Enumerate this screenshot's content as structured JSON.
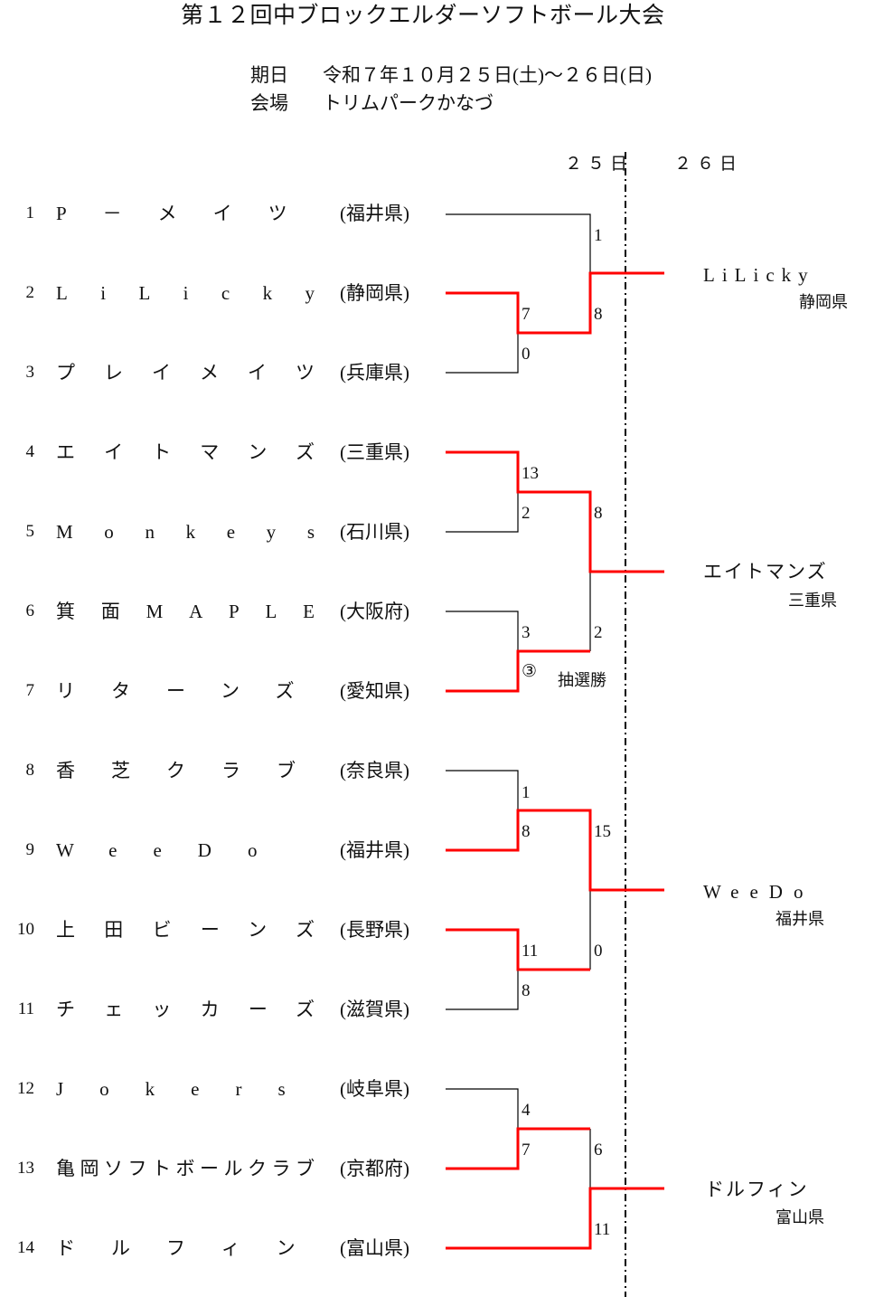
{
  "title": "第１２回中ブロックエルダーソフトボール大会",
  "info": {
    "date_label": "期日",
    "date_value": "令和７年１０月２５日(土)～２６日(日)",
    "venue_label": "会場",
    "venue_value": "トリムパークかなづ"
  },
  "days": [
    "２５日",
    "２６日"
  ],
  "teams": [
    {
      "no": "1",
      "name": "P－メイツ",
      "pref": "(福井県)"
    },
    {
      "no": "2",
      "name": "LiLicky",
      "pref": "(静岡県)"
    },
    {
      "no": "3",
      "name": "プレイメイツ",
      "pref": "(兵庫県)"
    },
    {
      "no": "4",
      "name": "エイトマンズ",
      "pref": "(三重県)"
    },
    {
      "no": "5",
      "name": "Monkeys",
      "pref": "(石川県)"
    },
    {
      "no": "6",
      "name": "箕面MAPLE",
      "pref": "(大阪府)"
    },
    {
      "no": "7",
      "name": "リターンズ",
      "pref": "(愛知県)"
    },
    {
      "no": "8",
      "name": "香芝クラブ",
      "pref": "(奈良県)"
    },
    {
      "no": "9",
      "name": "WeeDo",
      "pref": "(福井県)"
    },
    {
      "no": "10",
      "name": "上田ビーンズ",
      "pref": "(長野県)"
    },
    {
      "no": "11",
      "name": "チェッカーズ",
      "pref": "(滋賀県)"
    },
    {
      "no": "12",
      "name": "Jokers",
      "pref": "(岐阜県)"
    },
    {
      "no": "13",
      "name": "亀岡ソフトボールクラブ",
      "pref": "(京都府)"
    },
    {
      "no": "14",
      "name": "ドルフィン",
      "pref": "(富山県)"
    }
  ],
  "scores": {
    "m2v3": [
      "7",
      "0"
    ],
    "m1vW": [
      "1",
      "8"
    ],
    "m4v5": [
      "13",
      "2"
    ],
    "m6v7": [
      "3",
      "③"
    ],
    "m6v7_note": "抽選勝",
    "semi2": [
      "8",
      "2"
    ],
    "m8v9": [
      "1",
      "8"
    ],
    "m10v11": [
      "11",
      "8"
    ],
    "semi3": [
      "15",
      "0"
    ],
    "m12v13": [
      "4",
      "7"
    ],
    "semi4": [
      "6",
      "11"
    ]
  },
  "winners": [
    {
      "name": "LiLicky",
      "pref": "静岡県"
    },
    {
      "name": "エイトマンズ",
      "pref": "三重県"
    },
    {
      "name": "WeeDo",
      "pref": "福井県"
    },
    {
      "name": "ドルフィン",
      "pref": "富山県"
    }
  ],
  "colors": {
    "win_line": "#ff0000",
    "line": "#000000"
  }
}
